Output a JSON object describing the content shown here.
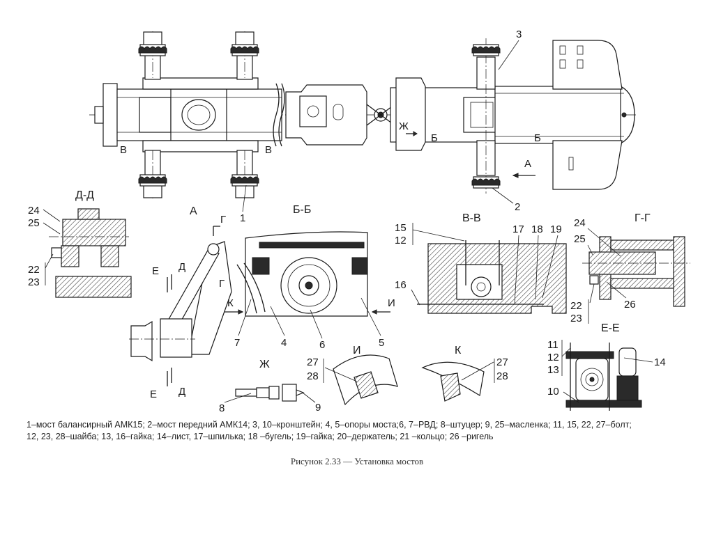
{
  "figure": {
    "caption": "Рисунок 2.33 — Установка мостов",
    "legend_lines": [
      "1–мост балансирный АМК15; 2–мост передний АМК14; 3, 10–кронштейн; 4, 5–опоры моста;6, 7–РВД; 8–штуцер; 9, 25–масленка; 11, 15, 22, 27–болт;",
      "12, 23, 28–шайба; 13, 16–гайка; 14–лист, 17–шпилька; 18 –бугель; 19–гайка; 20–держатель; 21 –кольцо; 26 –ригель"
    ]
  },
  "views": {
    "top": {
      "labels": {
        "v_left": "В",
        "v_right": "В",
        "zh": "Ж",
        "b_left": "Б",
        "b_right": "Б",
        "a": "А",
        "p1": "1",
        "p2": "2",
        "p3": "3"
      }
    },
    "dd": {
      "title": "Д-Д",
      "p24": "24",
      "p25": "25",
      "p22": "22",
      "p23": "23"
    },
    "a_view": {
      "title": "А",
      "g_top": "Г",
      "g_bot": "Г",
      "e_top": "Е",
      "d_top": "Д",
      "e_bot": "Е",
      "d_bot": "Д",
      "k": "К",
      "p7": "7"
    },
    "bb": {
      "title": "Б-Б",
      "k": "К",
      "i": "И",
      "p7": "7",
      "p4": "4",
      "p6": "6",
      "p5": "5"
    },
    "vv": {
      "title": "В-В",
      "p15": "15",
      "p12": "12",
      "p16": "16",
      "p17": "17",
      "p18": "18",
      "p19": "19"
    },
    "gg": {
      "title": "Г-Г",
      "p24": "24",
      "p25": "25",
      "p22": "22",
      "p23": "23",
      "p26": "26"
    },
    "ee": {
      "title": "Е-Е",
      "p11": "11",
      "p12": "12",
      "p13": "13",
      "p10": "10",
      "p14": "14"
    },
    "zh": {
      "title": "Ж",
      "p8": "8",
      "p9": "9"
    },
    "i_view": {
      "title": "И",
      "p27": "27",
      "p28": "28"
    },
    "k_view": {
      "title": "К",
      "p27": "27",
      "p28": "28"
    }
  }
}
